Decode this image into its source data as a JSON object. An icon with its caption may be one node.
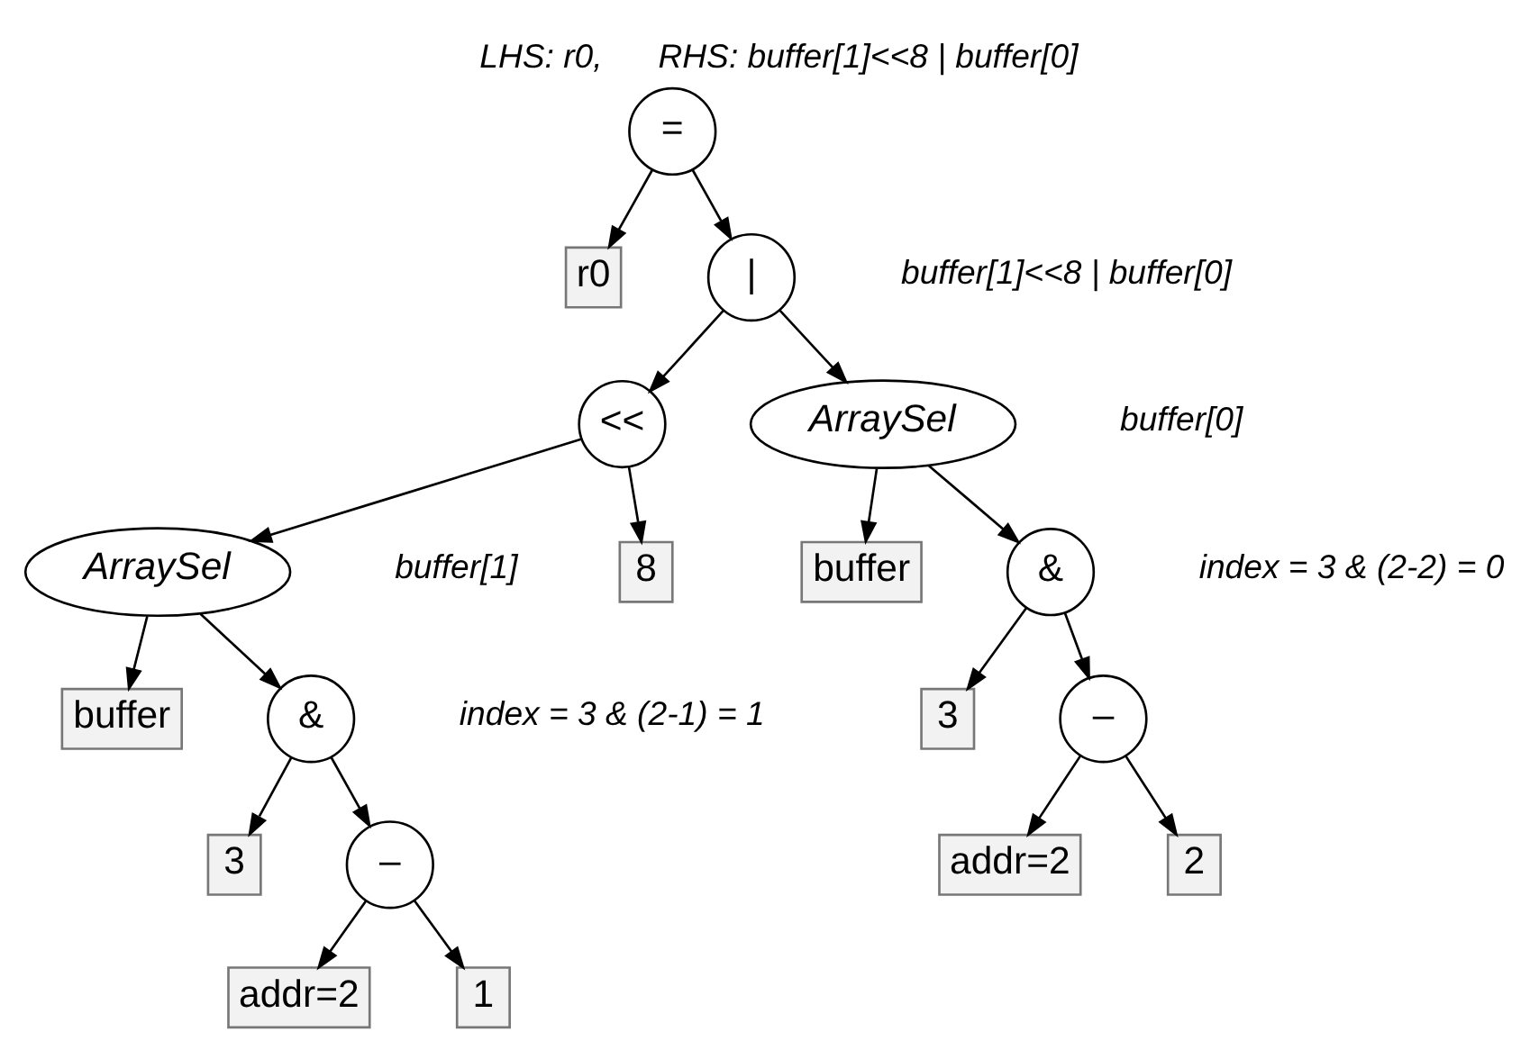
{
  "diagram": {
    "title": "LHS: r0,      RHS: buffer[1]<<8 | buffer[0]",
    "nodes": [
      {
        "text": [
          "="
        ]
      },
      {
        "text": [
          "r0"
        ]
      },
      {
        "text": [
          "|"
        ],
        "beside": [
          "buffer[1]<<8 | buffer[0]"
        ]
      },
      {
        "text": [
          "<<"
        ]
      },
      {
        "text": [
          "ArraySel"
        ],
        "beside": [
          "buffer[1]"
        ]
      },
      {
        "text": [
          "8"
        ]
      },
      {
        "text": [
          "buffer"
        ]
      },
      {
        "text": [
          "&"
        ],
        "beside": [
          "index = 3 & (2-1) = 1"
        ]
      },
      {
        "text": [
          "3"
        ]
      },
      {
        "text": [
          "–"
        ]
      },
      {
        "text": [
          "addr=2"
        ]
      },
      {
        "text": [
          "1"
        ]
      },
      {
        "text": [
          "ArraySel"
        ],
        "beside": [
          "buffer[0]"
        ]
      },
      {
        "text": [
          "buffer"
        ]
      },
      {
        "text": [
          "&"
        ],
        "beside": [
          "index = 3 & (2-2) = 0"
        ]
      },
      {
        "text": [
          "3"
        ]
      },
      {
        "text": [
          "–"
        ]
      },
      {
        "text": [
          "addr=2"
        ]
      },
      {
        "text": [
          "2"
        ]
      }
    ],
    "edges": [
      {
        "from": 0,
        "to": 1,
        "arrow": "to"
      },
      {
        "from": 0,
        "to": 2,
        "arrow": "to"
      },
      {
        "from": 2,
        "to": 3,
        "arrow": "to"
      },
      {
        "from": 2,
        "to": 12,
        "arrow": "to"
      },
      {
        "from": 3,
        "to": 4,
        "arrow": "to"
      },
      {
        "from": 3,
        "to": 5,
        "arrow": "to"
      },
      {
        "from": 4,
        "to": 6,
        "arrow": "to"
      },
      {
        "from": 4,
        "to": 7,
        "arrow": "to"
      },
      {
        "from": 7,
        "to": 8,
        "arrow": "to"
      },
      {
        "from": 7,
        "to": 9,
        "arrow": "to"
      },
      {
        "from": 9,
        "to": 10,
        "arrow": "to"
      },
      {
        "from": 9,
        "to": 11,
        "arrow": "to"
      },
      {
        "from": 12,
        "to": 13,
        "arrow": "to"
      },
      {
        "from": 12,
        "to": 14,
        "arrow": "to"
      },
      {
        "from": 14,
        "to": 15,
        "arrow": "to"
      },
      {
        "from": 14,
        "to": 16,
        "arrow": "to"
      },
      {
        "from": 16,
        "to": 17,
        "arrow": "to"
      },
      {
        "from": 16,
        "to": 18,
        "arrow": "to"
      }
    ]
  }
}
